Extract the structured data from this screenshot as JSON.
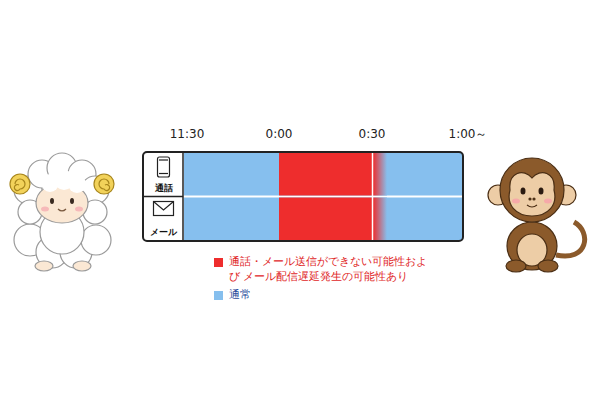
{
  "diagram": {
    "nodes": [
      {
        "text": [
          "通話"
        ]
      },
      {
        "text": [
          "メール"
        ]
      }
    ],
    "labels": [
      "11:30",
      "0:00",
      "0:30",
      "1:00～"
    ],
    "legend": [
      {
        "text": "通話・メール送信ができない可能性および メール配信遅延発生の可能性あり",
        "color": "#ee2d2d"
      },
      {
        "text": "通常",
        "color": "#86bfee"
      }
    ]
  }
}
